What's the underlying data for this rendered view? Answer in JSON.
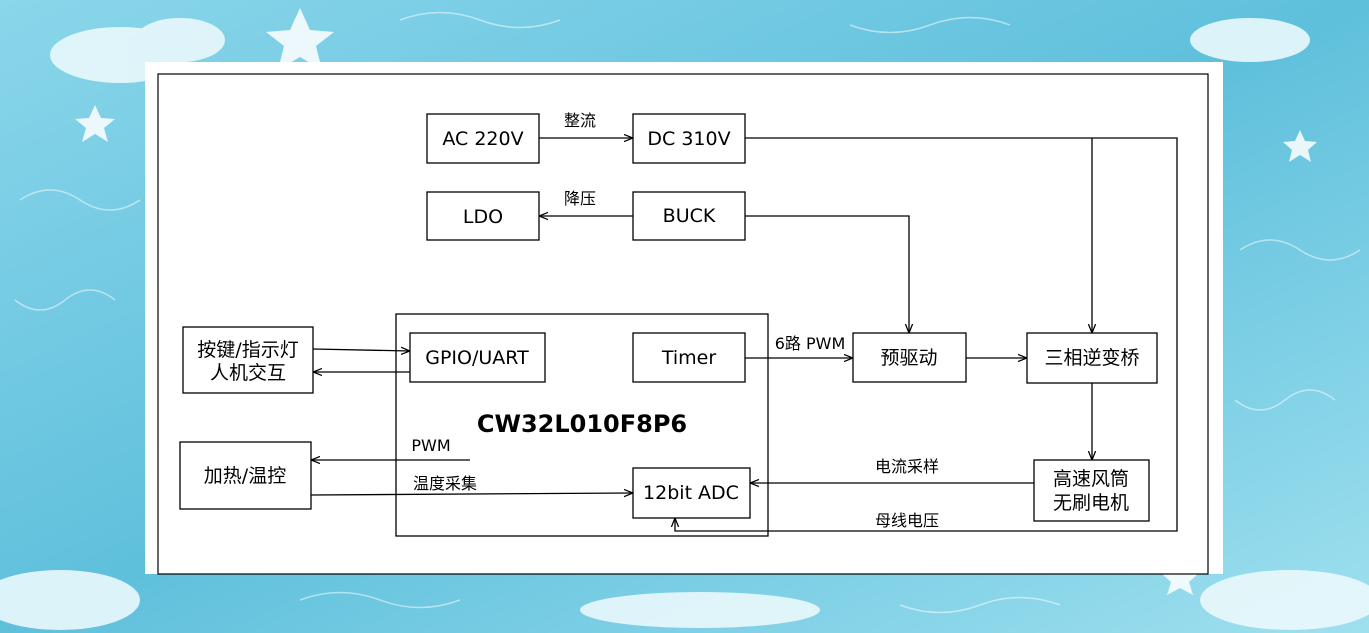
{
  "colors": {
    "background": "#7fcfe6",
    "panel": "#ffffff",
    "line": "#000000"
  },
  "nodes": {
    "ac": "AC 220V",
    "dc": "DC 310V",
    "ldo": "LDO",
    "buck": "BUCK",
    "hmi_line1": "按键/指示灯",
    "hmi_line2": "人机交互",
    "gpio": "GPIO/UART",
    "timer": "Timer",
    "predriver": "预驱动",
    "inverter": "三相逆变桥",
    "mcu": "CW32L010F8P6",
    "heater": "加热/温控",
    "adc": "12bit ADC",
    "motor_line1": "高速风筒",
    "motor_line2": "无刷电机"
  },
  "edges": {
    "rectify": "整流",
    "stepdown": "降压",
    "pwm6": "6路 PWM",
    "pwm": "PWM",
    "temp_sample": "温度采集",
    "current_sample": "电流采样",
    "bus_voltage": "母线电压"
  }
}
